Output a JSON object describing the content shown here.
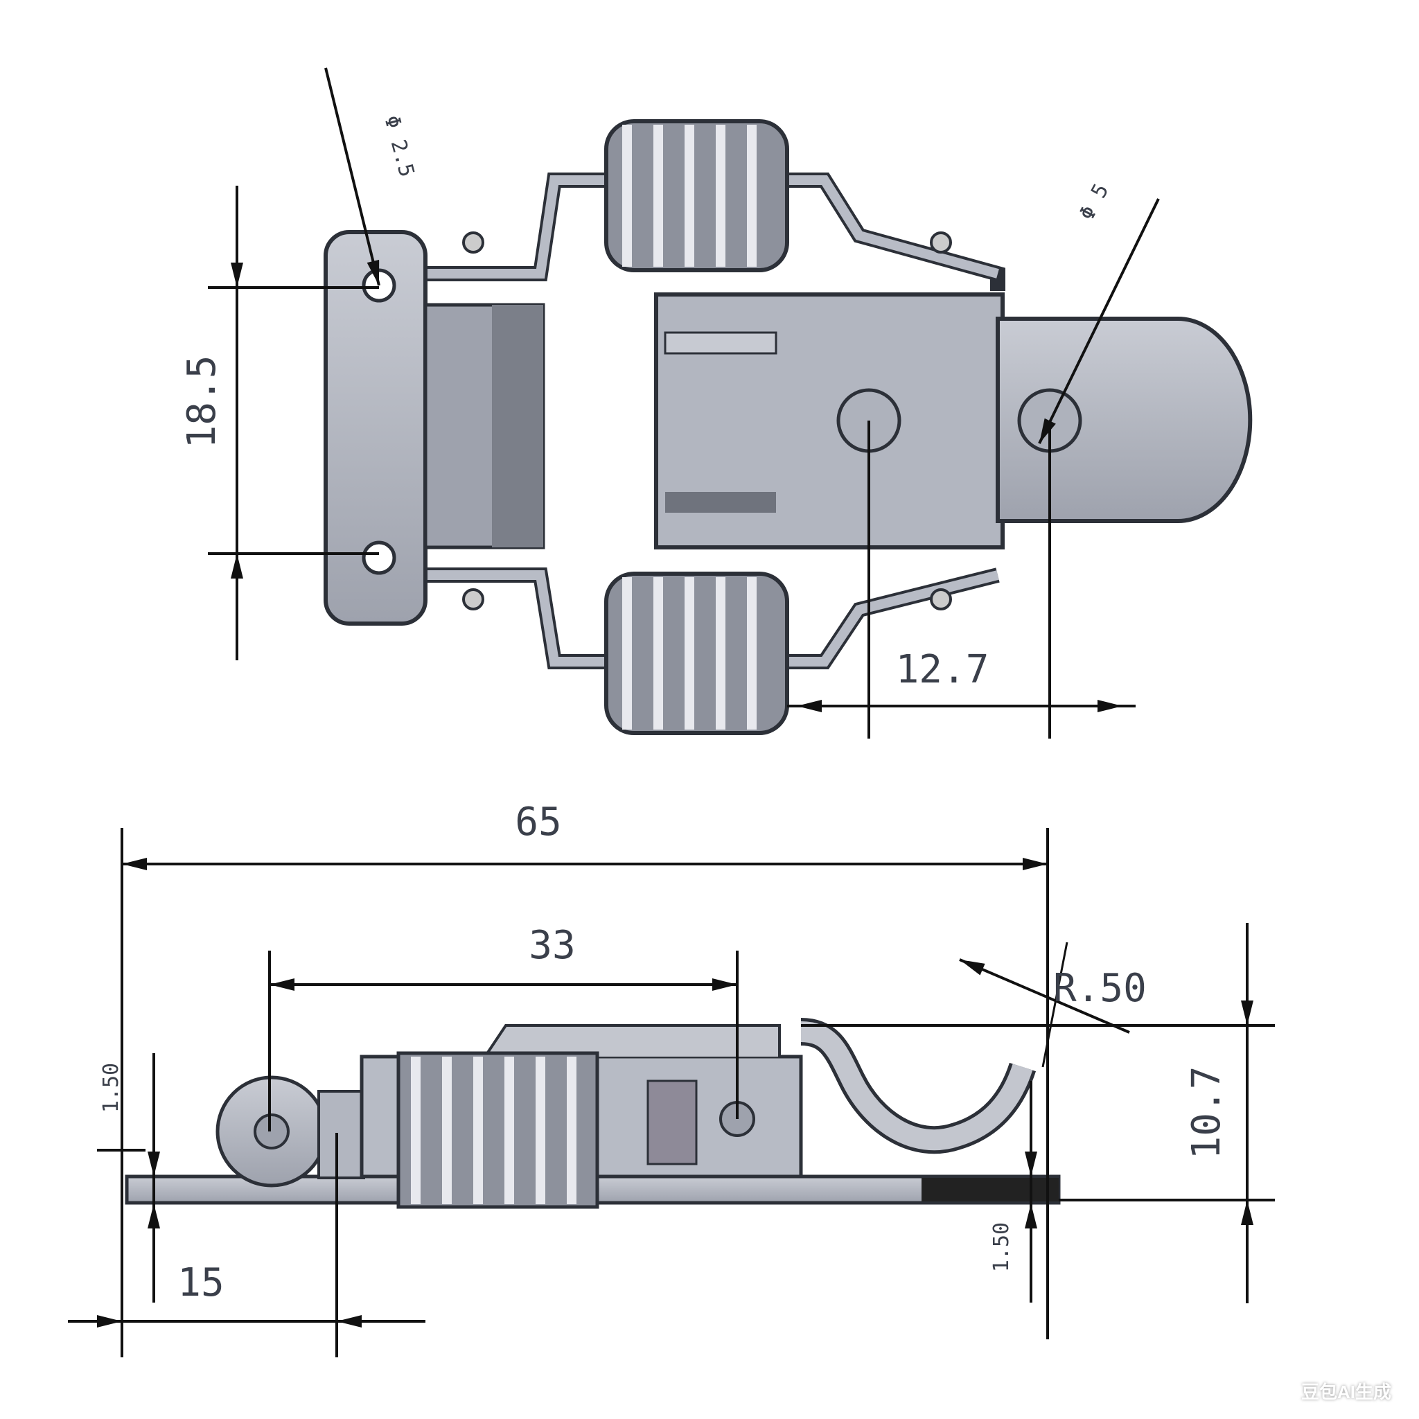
{
  "top_view": {
    "dim_height": "18.5",
    "dim_hole_spacing": "12.7",
    "hole_left_label": "Φ 2.5",
    "hole_right_label": "Φ 5"
  },
  "side_view": {
    "dim_overall_length": "65",
    "dim_pivot_spacing": "33",
    "dim_offset": "15",
    "dim_height": "10.7",
    "dim_thickness_left": "1.50",
    "dim_thickness_right": "1.50",
    "dim_radius": "R.50"
  },
  "watermark": "豆包AI生成",
  "colors": {
    "steel": "#a9adb8",
    "outline": "#2c3038",
    "dim_line": "#111111"
  }
}
